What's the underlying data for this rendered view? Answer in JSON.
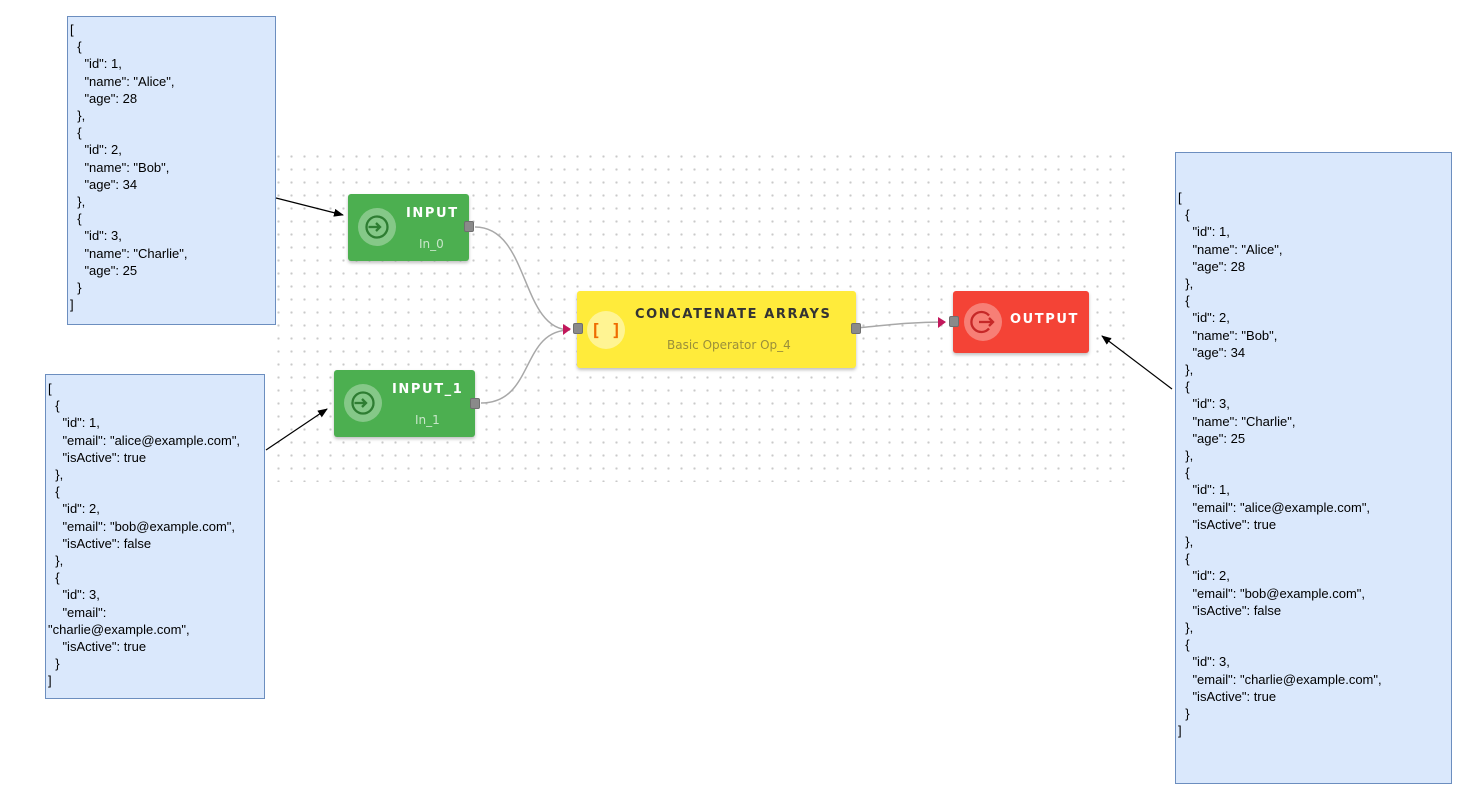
{
  "notes": {
    "input_0_json": "[\n  {\n    \"id\": 1,\n    \"name\": \"Alice\",\n    \"age\": 28\n  },\n  {\n    \"id\": 2,\n    \"name\": \"Bob\",\n    \"age\": 34\n  },\n  {\n    \"id\": 3,\n    \"name\": \"Charlie\",\n    \"age\": 25\n  }\n]",
    "input_1_json": "[\n  {\n    \"id\": 1,\n    \"email\": \"alice@example.com\",\n    \"isActive\": true\n  },\n  {\n    \"id\": 2,\n    \"email\": \"bob@example.com\",\n    \"isActive\": false\n  },\n  {\n    \"id\": 3,\n    \"email\":\n\"charlie@example.com\",\n    \"isActive\": true\n  }\n]",
    "output_json": "[\n  {\n    \"id\": 1,\n    \"name\": \"Alice\",\n    \"age\": 28\n  },\n  {\n    \"id\": 2,\n    \"name\": \"Bob\",\n    \"age\": 34\n  },\n  {\n    \"id\": 3,\n    \"name\": \"Charlie\",\n    \"age\": 25\n  },\n  {\n    \"id\": 1,\n    \"email\": \"alice@example.com\",\n    \"isActive\": true\n  },\n  {\n    \"id\": 2,\n    \"email\": \"bob@example.com\",\n    \"isActive\": false\n  },\n  {\n    \"id\": 3,\n    \"email\": \"charlie@example.com\",\n    \"isActive\": true\n  }\n]"
  },
  "nodes": {
    "input_0": {
      "title": "INPUT",
      "subtitle": "In_0",
      "icon": "input-icon",
      "color": "#4caf50"
    },
    "input_1": {
      "title": "INPUT_1",
      "subtitle": "In_1",
      "icon": "input-icon",
      "color": "#4caf50"
    },
    "concat": {
      "title": "CONCATENATE ARRAYS",
      "subtitle": "Basic Operator Op_4",
      "icon": "array-brackets-icon",
      "color": "#ffeb3b"
    },
    "output": {
      "title": "OUTPUT",
      "icon": "output-icon",
      "color": "#f44336"
    }
  },
  "colors": {
    "note_fill": "#dae8fc",
    "note_border": "#6c8ebf",
    "connector": "#a0a0a0",
    "port_marker": "#c2185b"
  }
}
